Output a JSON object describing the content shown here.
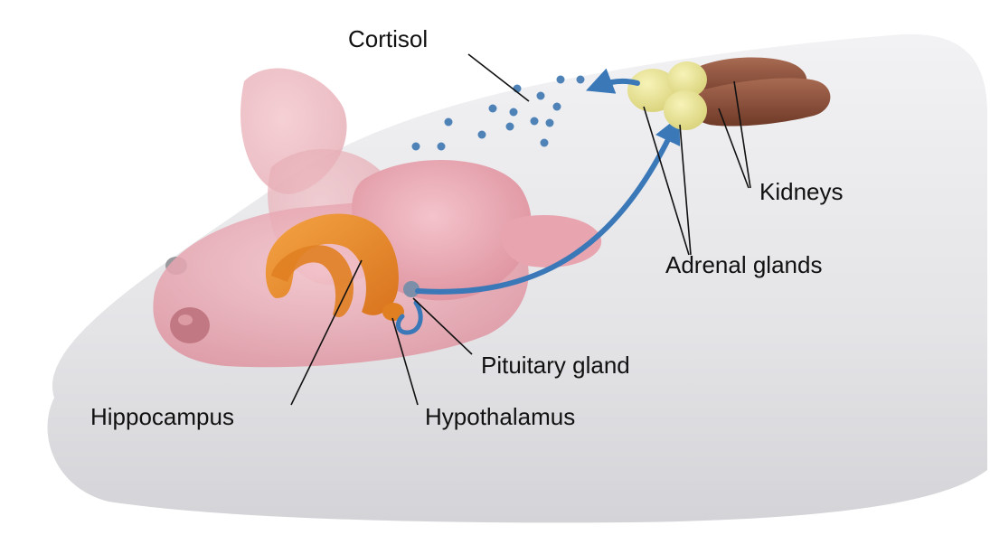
{
  "labels": {
    "cortisol": "Cortisol",
    "kidneys": "Kidneys",
    "adrenal_glands": "Adrenal glands",
    "pituitary_gland": "Pituitary gland",
    "hippocampus": "Hippocampus",
    "hypothalamus": "Hypothalamus"
  },
  "colors": {
    "mouse_body": "#e3e3e6",
    "brain": "#e9a7b1",
    "hippocampus": "#e8892a",
    "arrow": "#3b78b8",
    "cortisol_dots": "#4f83b8",
    "adrenal": "#e9e394",
    "kidney": "#8a4e3a",
    "text": "#111111"
  }
}
